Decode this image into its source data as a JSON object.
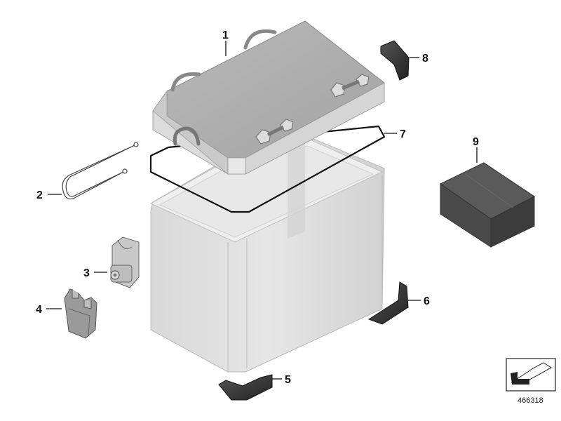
{
  "callouts": [
    {
      "num": "1",
      "part": "lid"
    },
    {
      "num": "2",
      "part": "retaining-cable"
    },
    {
      "num": "3",
      "part": "lock-holder"
    },
    {
      "num": "4",
      "part": "hinge-bracket"
    },
    {
      "num": "5",
      "part": "corner-protector-bottom"
    },
    {
      "num": "6",
      "part": "corner-protector-rear"
    },
    {
      "num": "7",
      "part": "lid-seal"
    },
    {
      "num": "8",
      "part": "corner-protector-top"
    },
    {
      "num": "9",
      "part": "inner-bag-box"
    }
  ],
  "document_number": "466318",
  "colors": {
    "aluminium_light": "#e4e4e4",
    "aluminium_mid": "#cfcfcf",
    "aluminium_dark": "#a9a9a9",
    "plastic_dark": "#3a3a3a",
    "box_dark": "#4a4a4a"
  }
}
